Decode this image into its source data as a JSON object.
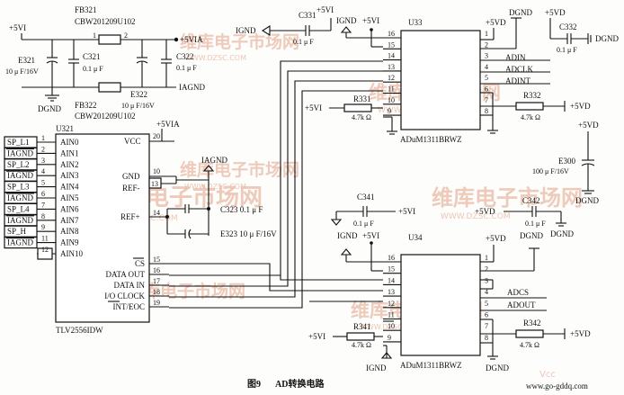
{
  "caption": {
    "fig": "图9",
    "title": "AD转换电路"
  },
  "watermark": {
    "brand": "维库电子市场网",
    "site": "WWW.DZSC.COM",
    "footer": "www.go-gddq.com",
    "footer_left": "Vcc"
  },
  "top_left": {
    "p5vi": "+5VI",
    "fb321": "FB321",
    "fb321_part": "CBW201209U102",
    "fb322": "FB322",
    "fb322_part": "CBW201209U102",
    "e321": "E321",
    "e321_val": "10 μ F/16V",
    "c321": "C321",
    "c321_val": "0.1 μ F",
    "c322": "C322",
    "c322_val": "0.1 μ F",
    "e322": "E322",
    "e322_val": "10 μ F/16V",
    "p5via": "+5VIA",
    "iagnd": "IAGND",
    "dgnd": "DGND",
    "pin1": "1",
    "pin2": "2"
  },
  "u321": {
    "ref": "U321",
    "part": "TLV2556IDW",
    "p5via": "+5VIA",
    "vcc": "VCC",
    "vcc_pin": "20",
    "left_pins": [
      {
        "net": "SP_L1",
        "pin": "1",
        "name": "AIN0"
      },
      {
        "net": "IAGND",
        "pin": "2",
        "name": "AIN1"
      },
      {
        "net": "SP_L2",
        "pin": "3",
        "name": "AIN2"
      },
      {
        "net": "IAGND",
        "pin": "4",
        "name": "AIN3"
      },
      {
        "net": "SP_L3",
        "pin": "5",
        "name": "AIN4"
      },
      {
        "net": "IAGND",
        "pin": "6",
        "name": "AIN5"
      },
      {
        "net": "SP_L4",
        "pin": "7",
        "name": "AIN6"
      },
      {
        "net": "IAGND",
        "pin": "8",
        "name": "AIN7"
      },
      {
        "net": "SP_H",
        "pin": "9",
        "name": "AIN8"
      },
      {
        "net": "IAGND",
        "pin": "11",
        "name": "AIN9"
      },
      {
        "net": "",
        "pin": "12",
        "name": "AIN10"
      }
    ],
    "gnd": "GND",
    "gnd_pin": "10",
    "refm": "REF-",
    "refm_pin": "13",
    "refp": "REF+",
    "refp_pin": "14",
    "iagnd": "IAGND",
    "c323": "C323 0.1 μ F",
    "e323": "E323 10 μ F/16V",
    "right_pins": [
      {
        "name": "CS",
        "pin": "15"
      },
      {
        "name": "DATA OUT",
        "pin": "16"
      },
      {
        "name": "DATA IN",
        "pin": "17"
      },
      {
        "name": "I/O CLOCK",
        "pin": "18"
      },
      {
        "name": "INT/EOC",
        "pin": "19"
      }
    ]
  },
  "u33": {
    "ref": "U33",
    "part": "ADuM1311BRWZ",
    "ignd": "IGND",
    "p5vi": "+5VI",
    "left_pins": [
      "16",
      "15",
      "14",
      "13",
      "12",
      "11",
      "10",
      "9"
    ],
    "right_pins": [
      "1",
      "2",
      "3",
      "4",
      "5",
      "6",
      "7",
      "8"
    ],
    "signals": [
      "ADIN",
      "ADCLK",
      "ADINT"
    ],
    "c331": "C331",
    "c331_val": "0.1 μ F",
    "c331_p": "+5VI",
    "c332": "C332",
    "c332_val": "0.1 μ F",
    "p5vd": "+5VD",
    "dgnd": "DGND",
    "r331": "R331",
    "r331_val": "4.7k Ω",
    "r331_p": "+5VI",
    "r332": "R332",
    "r332_val": "4.7k Ω",
    "r332_p": "+5VD"
  },
  "e300": {
    "ref": "E300",
    "val": "100 μ F/16V",
    "p5vd": "+5VD",
    "dgnd": "DGND"
  },
  "u34": {
    "ref": "U34",
    "part": "ADuM1311BRWZ",
    "ignd": "IGND",
    "p5vi": "+5VI",
    "left_pins": [
      "16",
      "15",
      "14",
      "13",
      "12",
      "11",
      "10",
      "9"
    ],
    "right_pins": [
      "1",
      "2",
      "3",
      "4",
      "5",
      "6",
      "7",
      "8"
    ],
    "signals": [
      "ADCS",
      "ADOUT"
    ],
    "c341": "C341",
    "c341_val": "0.1 μ F",
    "c341_p": "+5VI",
    "c342": "C342",
    "c342_val": "0.1 μ F",
    "p5vd": "+5VD",
    "dgnd": "DGND",
    "r341": "R341",
    "r341_val": "4.7k Ω",
    "r341_p": "+5VI",
    "r342": "R342",
    "r342_val": "4.7k Ω",
    "r342_p": "+5VD"
  }
}
